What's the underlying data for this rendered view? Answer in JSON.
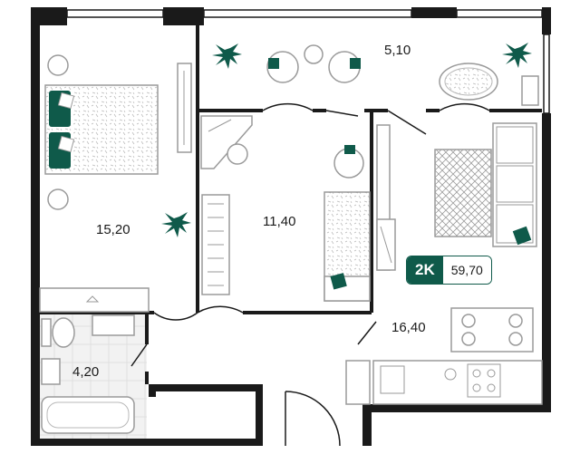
{
  "apartment": {
    "type": "2K",
    "total_area": "59,70"
  },
  "rooms": [
    {
      "id": "balcony",
      "area": "5,10"
    },
    {
      "id": "bedroom",
      "area": "15,20"
    },
    {
      "id": "childroom",
      "area": "11,40"
    },
    {
      "id": "kitchen-living",
      "area": "16,40"
    },
    {
      "id": "bathroom",
      "area": "4,20"
    }
  ],
  "colors": {
    "wall": "#1a1a1a",
    "accent": "#0f5a4a",
    "furniture_fill": "#eaeaea",
    "outline": "#9a9a9a"
  }
}
